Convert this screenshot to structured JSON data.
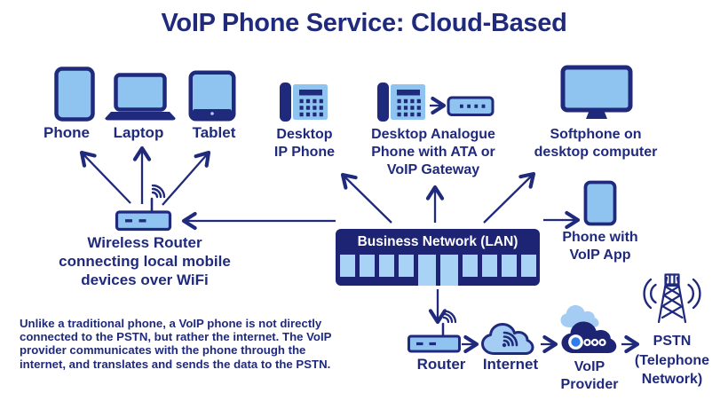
{
  "title": "VoIP Phone Service: Cloud-Based",
  "colors": {
    "navy": "#202a7c",
    "navy_deep": "#1d2474",
    "light_blue": "#8fc3f0",
    "port_blue": "#a9d3f5",
    "cloud_blue": "#a5cdf3",
    "ring_blue": "#2e7cf0"
  },
  "nodes": {
    "phone": {
      "label": "Phone"
    },
    "laptop": {
      "label": "Laptop"
    },
    "tablet": {
      "label": "Tablet"
    },
    "desktop_ip_phone": {
      "label": "Desktop\nIP Phone"
    },
    "analogue_phone": {
      "label": "Desktop Analogue\nPhone with ATA or\nVoIP Gateway"
    },
    "softphone": {
      "label": "Softphone on\ndesktop computer"
    },
    "wireless_router": {
      "label": "Wireless Router\nconnecting local mobile\ndevices over WiFi"
    },
    "lan": {
      "label": "Business Network (LAN)"
    },
    "phone_voip_app": {
      "label": "Phone with\nVoIP App"
    },
    "router": {
      "label": "Router"
    },
    "internet": {
      "label": "Internet"
    },
    "voip_provider": {
      "label": "VoIP\nProvider"
    },
    "pstn": {
      "label": "PSTN\n(Telephone\nNetwork)"
    }
  },
  "note": "Unlike a traditional phone, a VoIP phone is not directly\nconnected to the PSTN, but rather the internet. The VoIP\nprovider communicates with the phone through the\ninternet, and translates and sends the data to the PSTN."
}
